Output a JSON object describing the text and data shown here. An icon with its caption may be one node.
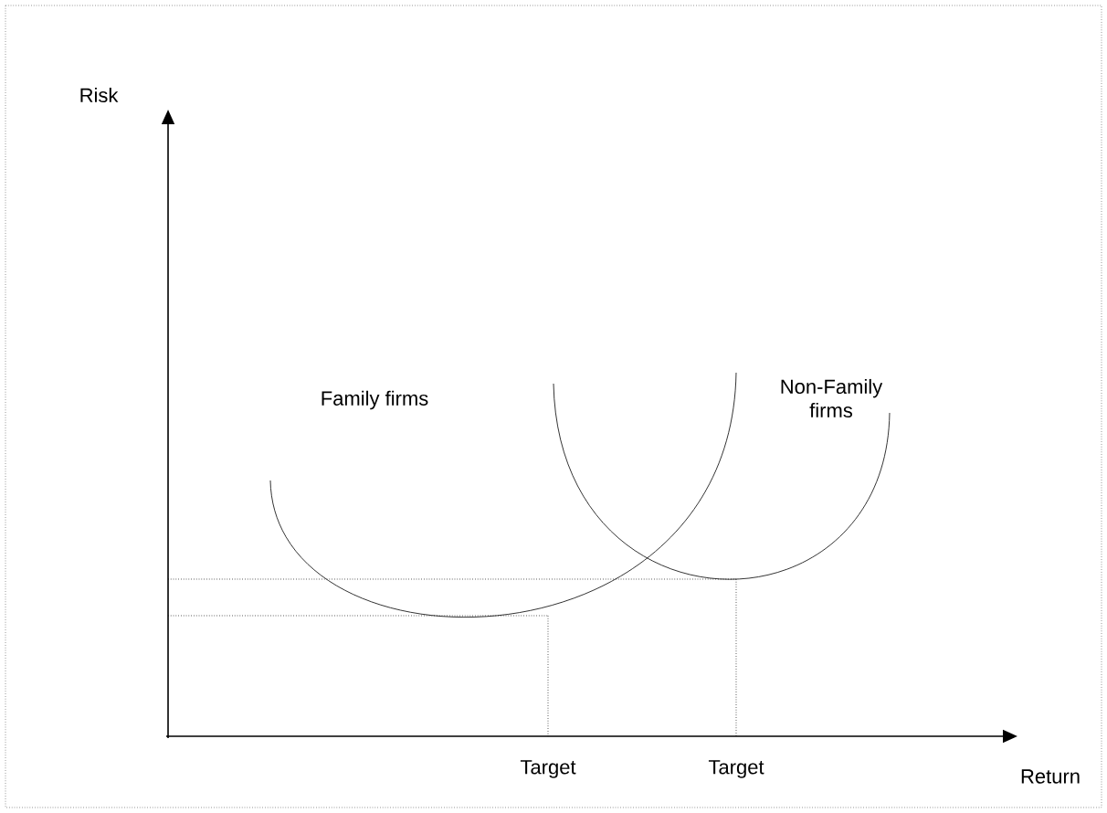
{
  "diagram": {
    "labels": [
      "Risk",
      "Family firms",
      "Non-Family firms",
      "Target",
      "Target",
      "Return"
    ]
  }
}
